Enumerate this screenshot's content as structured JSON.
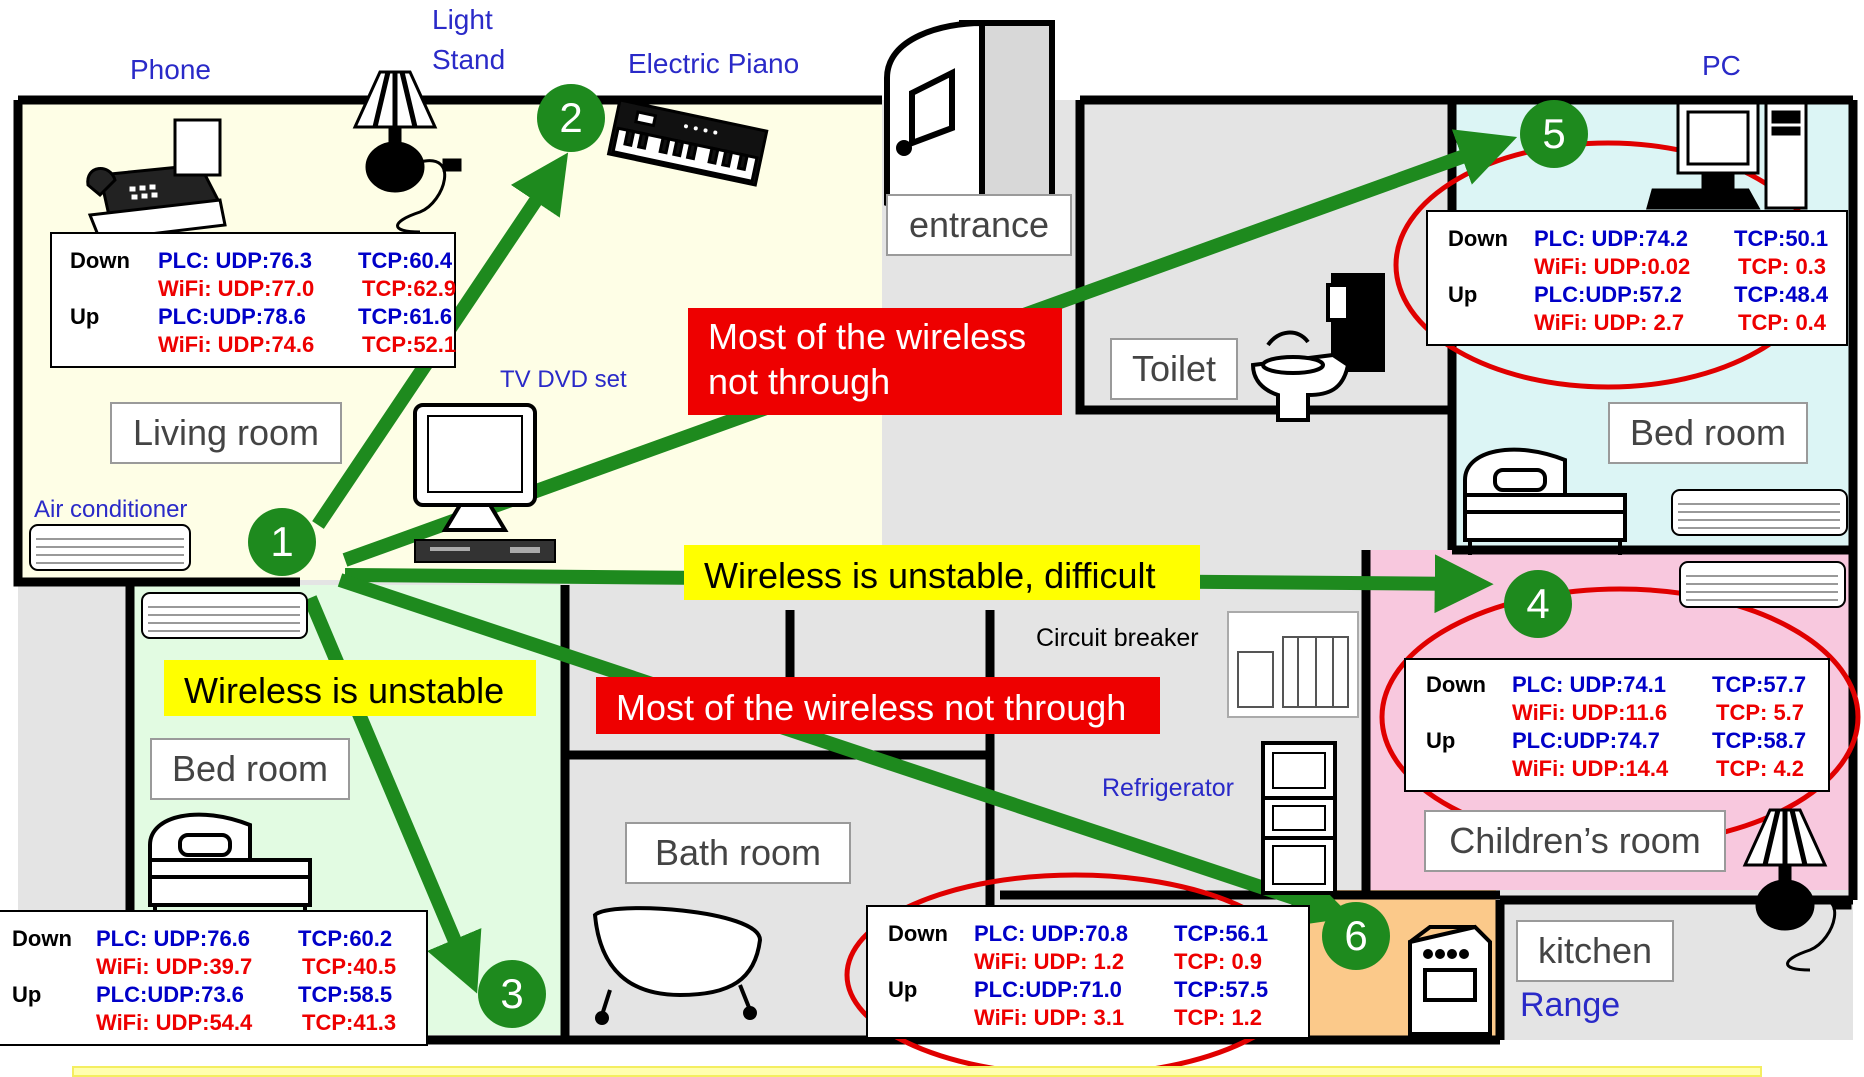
{
  "rooms": {
    "living": "Living room",
    "bed_left": "Bed room",
    "bath": "Bath room",
    "entrance": "entrance",
    "toilet": "Toilet",
    "bed_right": "Bed room",
    "children": "Children’s room",
    "kitchen": "kitchen"
  },
  "devices": {
    "phone": "Phone",
    "light_stand_1": "Light",
    "light_stand_2": "Stand",
    "piano": "Electric Piano",
    "pc": "PC",
    "tv": "TV DVD set",
    "aircon": "Air conditioner",
    "circuit": "Circuit breaker",
    "fridge": "Refrigerator",
    "range": "Range"
  },
  "notes": {
    "top_red_1": "Most of the wireless",
    "top_red_2": "not through",
    "mid_yellow": "Wireless is unstable, difficult",
    "left_yellow": "Wireless is unstable",
    "mid_red": "Most of the wireless not through"
  },
  "nodes": [
    "1",
    "2",
    "3",
    "4",
    "5",
    "6"
  ],
  "stats": {
    "down": "Down",
    "up": "Up",
    "living": {
      "down_plc_udp": "PLC: UDP:76.3",
      "down_plc_tcp": "TCP:60.4",
      "down_wifi_udp": "WiFi: UDP:77.0",
      "down_wifi_tcp": "TCP:62.9",
      "up_plc_udp": "PLC:UDP:78.6",
      "up_plc_tcp": "TCP:61.6",
      "up_wifi_udp": "WiFi: UDP:74.6",
      "up_wifi_tcp": "TCP:52.1"
    },
    "pc": {
      "down_plc_udp": "PLC: UDP:74.2",
      "down_plc_tcp": "TCP:50.1",
      "down_wifi_udp": "WiFi: UDP:0.02",
      "down_wifi_tcp": "TCP: 0.3",
      "up_plc_udp": "PLC:UDP:57.2",
      "up_plc_tcp": "TCP:48.4",
      "up_wifi_udp": "WiFi: UDP: 2.7",
      "up_wifi_tcp": "TCP:  0.4"
    },
    "children": {
      "down_plc_udp": "PLC: UDP:74.1",
      "down_plc_tcp": "TCP:57.7",
      "down_wifi_udp": "WiFi: UDP:11.6",
      "down_wifi_tcp": "TCP:  5.7",
      "up_plc_udp": "PLC:UDP:74.7",
      "up_plc_tcp": "TCP:58.7",
      "up_wifi_udp": "WiFi: UDP:14.4",
      "up_wifi_tcp": "TCP:  4.2"
    },
    "bed": {
      "down_plc_udp": "PLC: UDP:76.6",
      "down_plc_tcp": "TCP:60.2",
      "down_wifi_udp": "WiFi: UDP:39.7",
      "down_wifi_tcp": "TCP:40.5",
      "up_plc_udp": "PLC:UDP:73.6",
      "up_plc_tcp": "TCP:58.5",
      "up_wifi_udp": "WiFi: UDP:54.4",
      "up_wifi_tcp": "TCP:41.3"
    },
    "kitchen": {
      "down_plc_udp": "PLC: UDP:70.8",
      "down_plc_tcp": "TCP:56.1",
      "down_wifi_udp": "WiFi: UDP: 1.2",
      "down_wifi_tcp": "TCP:  0.9",
      "up_plc_udp": "PLC:UDP:71.0",
      "up_plc_tcp": "TCP:57.5",
      "up_wifi_udp": "WiFi: UDP: 3.1",
      "up_wifi_tcp": "TCP:   1.2"
    }
  },
  "colors": {
    "arrow": "#1e8a1e",
    "living_fill": "#fefee6",
    "bed_left_fill": "#e2fbe2",
    "bed_right_fill": "#dcf5f5",
    "children_fill": "#f8c8de",
    "kitchen_fill": "#fbc98a",
    "corridor_fill": "#e4e4e4",
    "ellipse": "#e00000"
  }
}
